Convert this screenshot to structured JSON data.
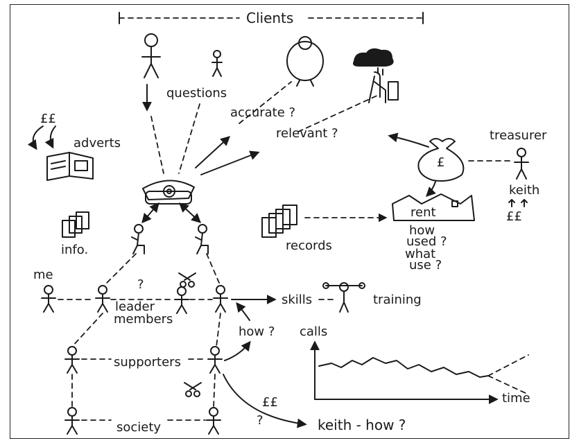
{
  "labels": {
    "clients": "Clients",
    "questions": "questions",
    "accurate": "accurate ?",
    "relevant": "relevant ?",
    "adverts": "adverts",
    "pounds_adverts": "££",
    "treasurer": "treasurer",
    "keith": "keith",
    "pounds_keith": "££",
    "rent": "rent",
    "how_used": "how",
    "how_used_2": "used ?",
    "what_use": "what",
    "what_use_2": "use ?",
    "records": "records",
    "info": "info.",
    "me": "me",
    "question_mark": "?",
    "leader": "leader",
    "members": "members",
    "skills": "skills",
    "training": "training",
    "how": "how ?",
    "calls": "calls",
    "supporters": "supporters",
    "time": "time",
    "pounds_bottom": "££",
    "question_bottom": "?",
    "keith_how": "keith - how ?",
    "society": "society",
    "bag_pound": "£"
  },
  "icons": [
    "stick-figure-icon",
    "chick-icon",
    "rain-cloud-icon",
    "money-bag-icon",
    "newspaper-icon",
    "telephone-icon",
    "house-icon",
    "documents-icon",
    "scissors-icon"
  ]
}
